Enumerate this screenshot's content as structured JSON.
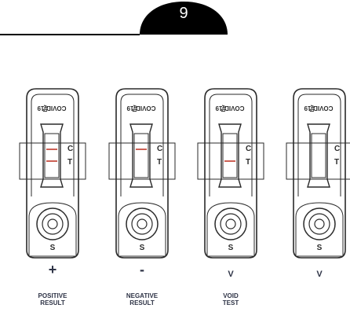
{
  "step_number": "9",
  "cassettes": [
    {
      "brand": "COVID-19",
      "sub": "Ag",
      "c_label": "C",
      "t_label": "T",
      "s_label": "S",
      "symbol": "+",
      "caption_line1": "POSITIVE",
      "caption_line2": "RESULT",
      "c_line": true,
      "t_line": true
    },
    {
      "brand": "COVID-19",
      "sub": "Ag",
      "c_label": "C",
      "t_label": "T",
      "s_label": "S",
      "symbol": "-",
      "caption_line1": "NEGATIVE",
      "caption_line2": "RESULT",
      "c_line": true,
      "t_line": false
    },
    {
      "brand": "COVID-19",
      "sub": "Ag",
      "c_label": "C",
      "t_label": "T",
      "s_label": "S",
      "symbol": "V",
      "caption_line1": "VOID",
      "caption_line2": "TEST",
      "c_line": false,
      "t_line": true
    },
    {
      "brand": "COVID-19",
      "sub": "Ag",
      "c_label": "C",
      "t_label": "T",
      "s_label": "S",
      "symbol": "V",
      "caption_line1": "",
      "caption_line2": "",
      "c_line": false,
      "t_line": false
    }
  ],
  "colors": {
    "line": "#2a2a2a",
    "result_line": "#c0392b",
    "badge": "#000000",
    "caption": "#2e3346"
  }
}
